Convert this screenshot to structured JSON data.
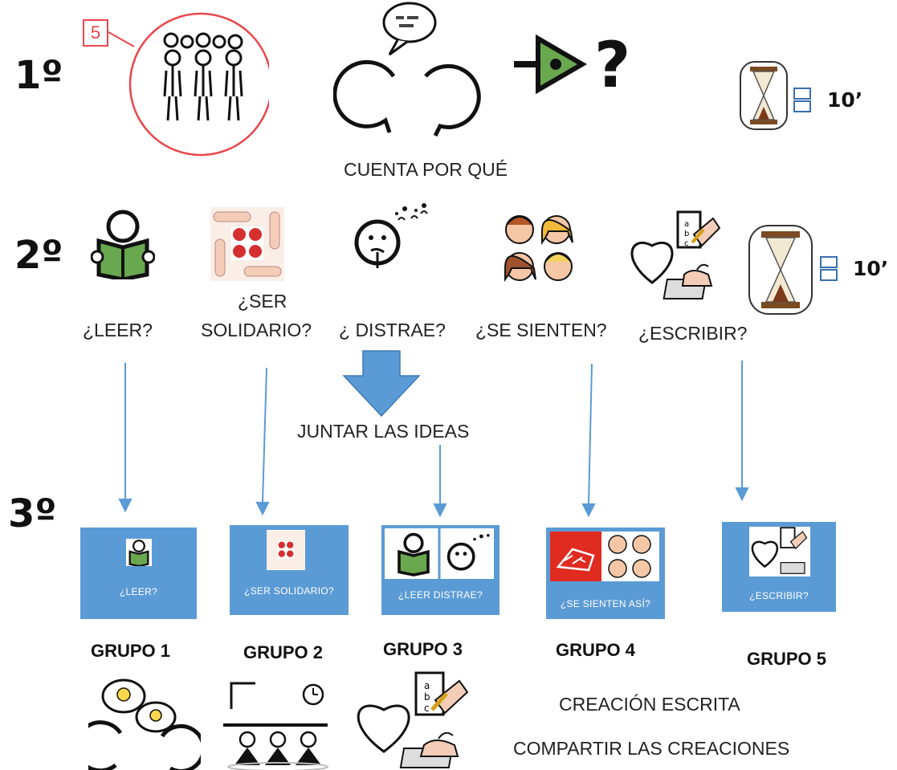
{
  "steps": {
    "one": "1º",
    "two": "2º",
    "three": "3º"
  },
  "duration": {
    "row1": "10’",
    "row2": "10’"
  },
  "row1": {
    "group_count": "5",
    "caption": "CUENTA POR QUÉ"
  },
  "row2": {
    "leer": "¿LEER?",
    "ser_line1": "¿SER",
    "ser_line2": "SOLIDARIO?",
    "distrae": "¿ DISTRAE?",
    "sienten": "¿SE SIENTEN?",
    "escribir": "¿ESCRIBIR?"
  },
  "merge_label": "JUNTAR LAS IDEAS",
  "cards": [
    {
      "caption": "¿LEER?",
      "group": "GRUPO 1"
    },
    {
      "caption": "¿SER SOLIDARIO?",
      "group": "GRUPO 2"
    },
    {
      "caption": "¿LEER DISTRAE?",
      "group": "GRUPO 3"
    },
    {
      "caption": "¿SE SIENTEN ASÍ?",
      "group": "GRUPO 4"
    },
    {
      "caption": "¿ESCRIBIR?",
      "group": "GRUPO 5"
    }
  ],
  "bottom": {
    "creacion": "CREACIÓN ESCRITA",
    "compartir": "COMPARTIR LAS CREACIONES"
  },
  "colors": {
    "accent": "#5b9bd5",
    "arrow": "#5b9bd5",
    "circle": "#e8474c"
  }
}
